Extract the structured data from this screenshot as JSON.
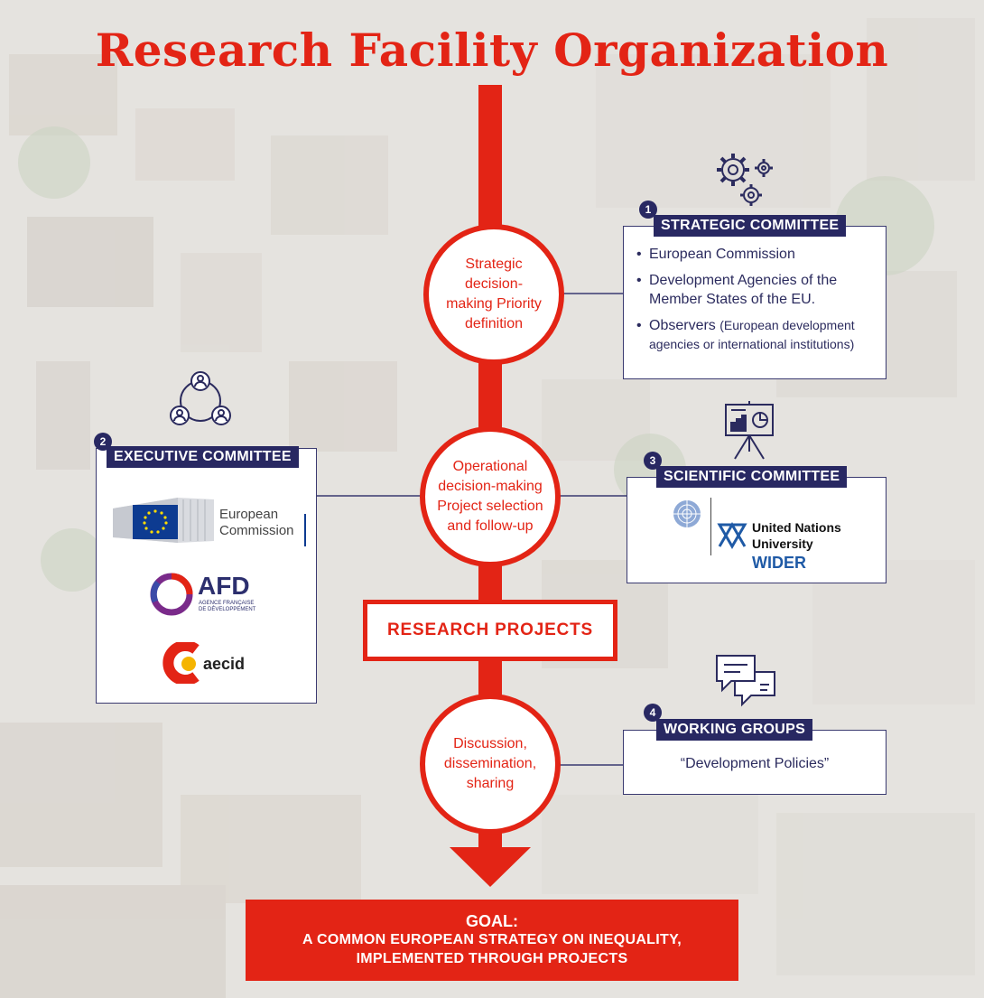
{
  "title": "Research Facility Organization",
  "center": {
    "circle1": "Strategic decision-making Priority definition",
    "circle2": "Operational decision-making Project selection and follow-up",
    "circle3": "Discussion, dissemination, sharing",
    "research_projects": "RESEARCH PROJECTS"
  },
  "strategic": {
    "num": "1",
    "header": "STRATEGIC COMMITTEE",
    "items": [
      "European Commission",
      "Development Agencies of the Member States of the EU."
    ],
    "observers_label": "Observers",
    "observers_detail": "(European development agencies or international institutions)"
  },
  "executive": {
    "num": "2",
    "header": "EXECUTIVE COMMITTEE",
    "ec_line1": "European",
    "ec_line2": "Commission",
    "afd_name": "AFD",
    "afd_line1": "AGENCE FRANÇAISE",
    "afd_line2": "DE DÉVELOPPEMENT",
    "aecid_name": "aecid"
  },
  "scientific": {
    "num": "3",
    "header": "SCIENTIFIC COMMITTEE",
    "unu_line1": "United Nations",
    "unu_line2": "University",
    "unu_line3": "WIDER"
  },
  "working": {
    "num": "4",
    "header": "WORKING GROUPS",
    "text": "“Development Policies”"
  },
  "goal": {
    "title": "GOAL:",
    "line1": "A COMMON EUROPEAN STRATEGY ON INEQUALITY,",
    "line2": "IMPLEMENTED THROUGH PROJECTS"
  },
  "colors": {
    "red": "#e32415",
    "navy": "#282862",
    "background": "#e7e5e2"
  },
  "icons": [
    "gears-icon",
    "people-network-icon",
    "presentation-board-icon",
    "chat-bubbles-icon"
  ]
}
